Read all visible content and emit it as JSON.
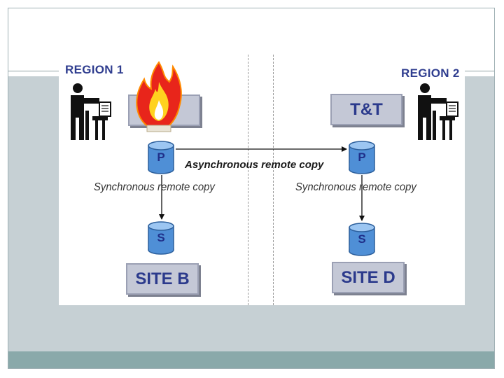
{
  "regions": [
    {
      "label": "REGION  1"
    },
    {
      "label": "REGION  2"
    }
  ],
  "sites": {
    "site_a": {
      "label": ""
    },
    "site_c": {
      "label": "T&T"
    },
    "site_b": {
      "label": "SITE  B"
    },
    "site_d": {
      "label": "SITE  D"
    }
  },
  "disks": {
    "region1_primary": "P",
    "region1_secondary": "S",
    "region2_primary": "P",
    "region2_secondary": "S"
  },
  "links": {
    "async": "Asynchronous  remote copy",
    "sync_region1": "Synchronous remote copy",
    "sync_region2": "Synchronous remote copy"
  },
  "icons": {
    "operator": "operator-at-workstation-icon",
    "disaster": "fire-icon"
  },
  "colors": {
    "label_blue": "#2f3d8f",
    "site_box_fill": "#c4c8d6",
    "disk_fill": "#4f8fd6",
    "fire_red": "#e8251b",
    "fire_yellow": "#ffd21f",
    "band_gray": "#c6d0d4",
    "band_teal": "#8aa9aa"
  }
}
